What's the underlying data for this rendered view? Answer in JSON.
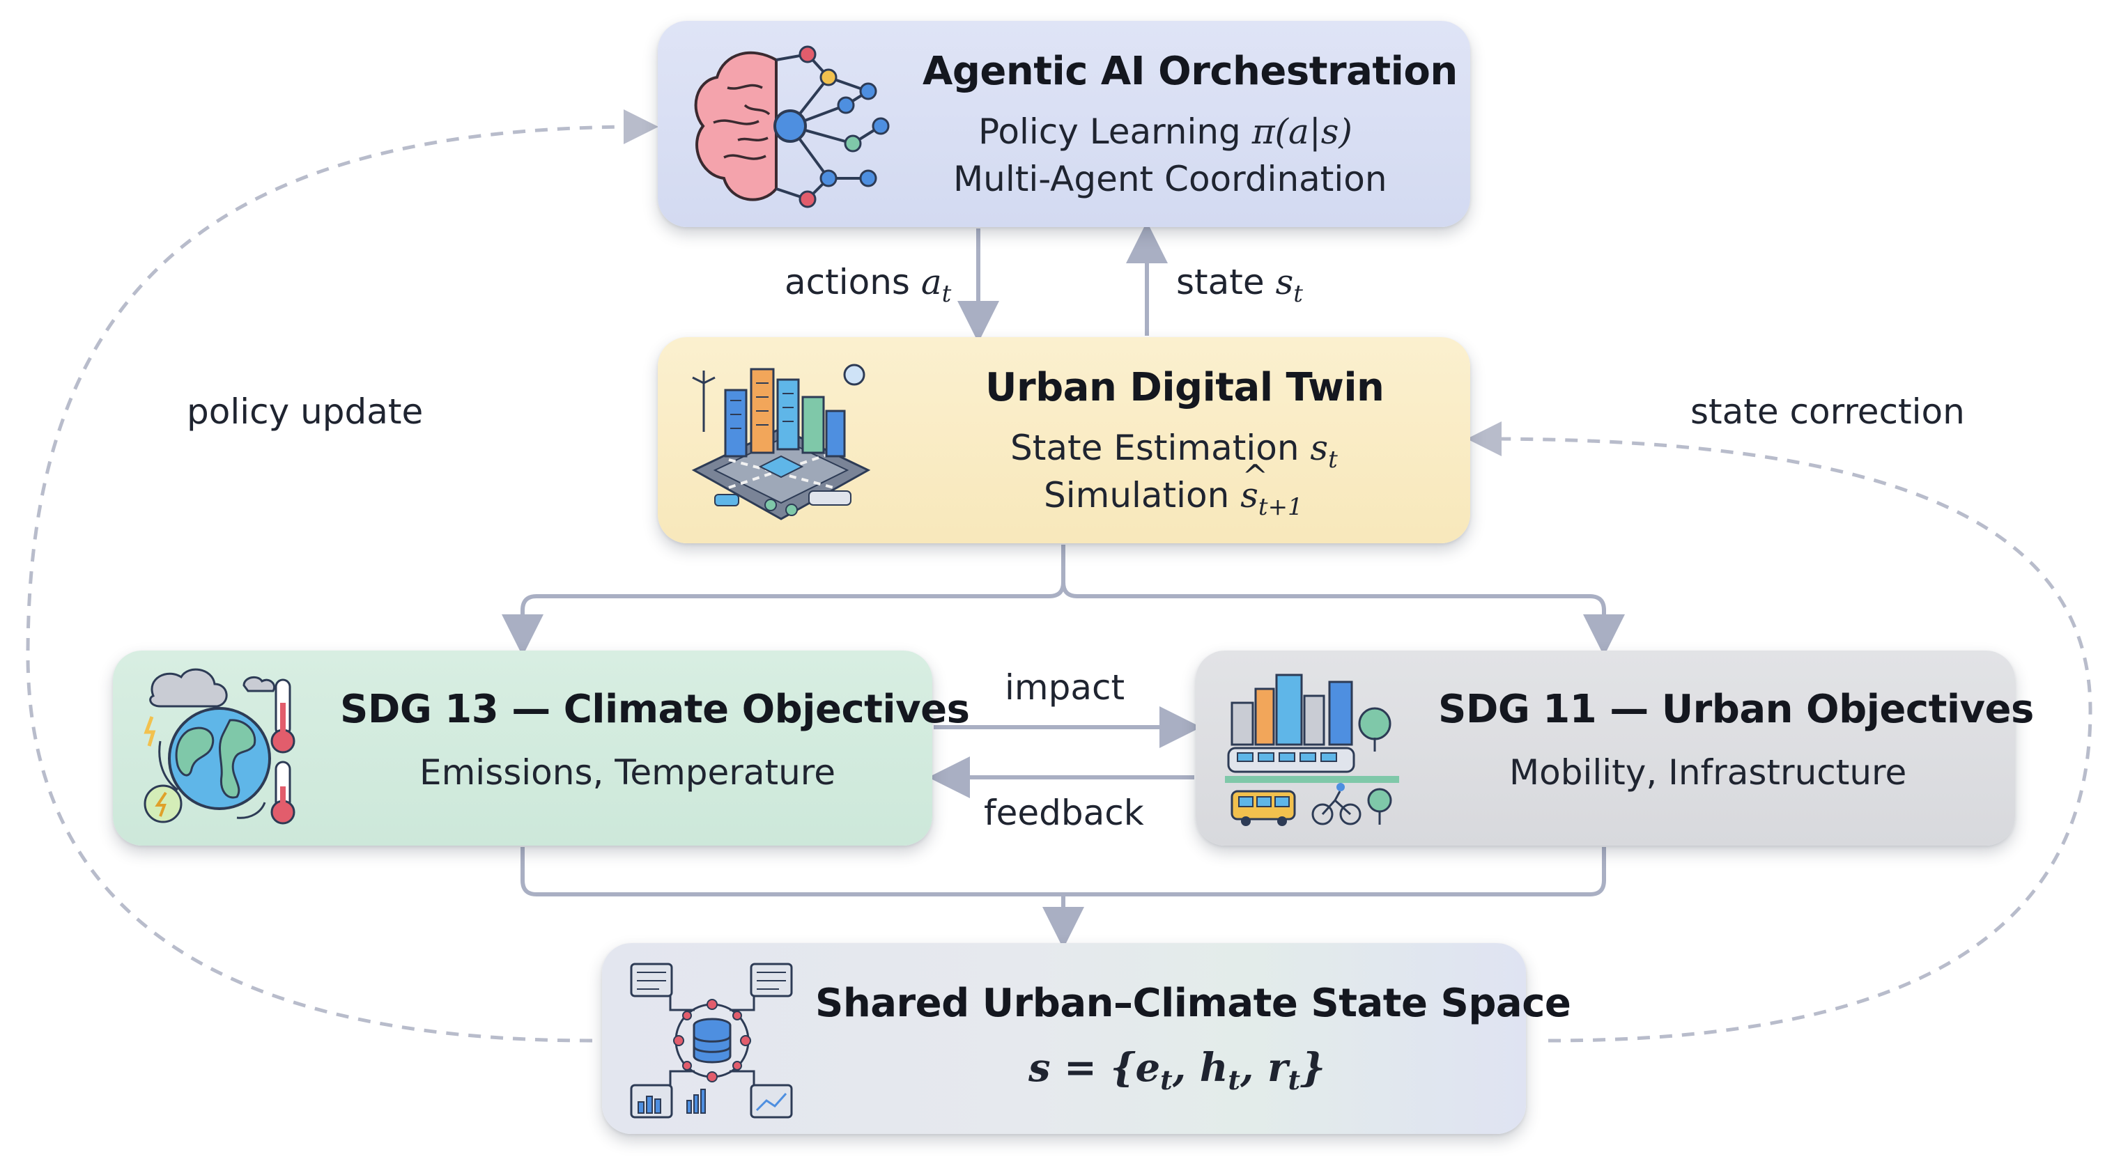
{
  "nodes": {
    "orchestration": {
      "title": "Agentic AI Orchestration",
      "line1_prefix": "Policy Learning ",
      "line1_math": "π(a|s)",
      "line2": "Multi-Agent Coordination",
      "icon": "brain-network-icon",
      "color": "#d6dcf2"
    },
    "twin": {
      "title": "Urban Digital Twin",
      "line1_prefix": "State Estimation ",
      "line1_math_base": "s",
      "line1_math_sub": "t",
      "line2_prefix": "Simulation ",
      "line2_math_base": "s",
      "line2_math_sub": "t+1",
      "icon": "smart-city-icon",
      "color": "#f9ebc3"
    },
    "sdg13": {
      "title": "SDG 13 — Climate Objectives",
      "line1": "Emissions, Temperature",
      "icon": "climate-globe-icon",
      "color": "#d2ebdd"
    },
    "sdg11": {
      "title": "SDG 11 — Urban Objectives",
      "line1": "Mobility, Infrastructure",
      "icon": "urban-mobility-icon",
      "color": "#dcdde1"
    },
    "shared": {
      "title": "Shared Urban–Climate State Space",
      "formula_lhs": "s = {",
      "formula_e": "e",
      "formula_h": "h",
      "formula_r": "r",
      "formula_sub": "t",
      "formula_rhs": "}",
      "icon": "database-network-icon",
      "color": "#e3e7ef"
    }
  },
  "edges": {
    "actions_prefix": "actions ",
    "actions_math": "a",
    "actions_sub": "t",
    "state_prefix": "state ",
    "state_math": "s",
    "state_sub": "t",
    "policy_update": "policy update",
    "state_correction": "state correction",
    "impact": "impact",
    "feedback": "feedback"
  },
  "colors": {
    "connector": "#a9afc3",
    "dashed": "#b8bccb",
    "text": "#1f2430"
  }
}
